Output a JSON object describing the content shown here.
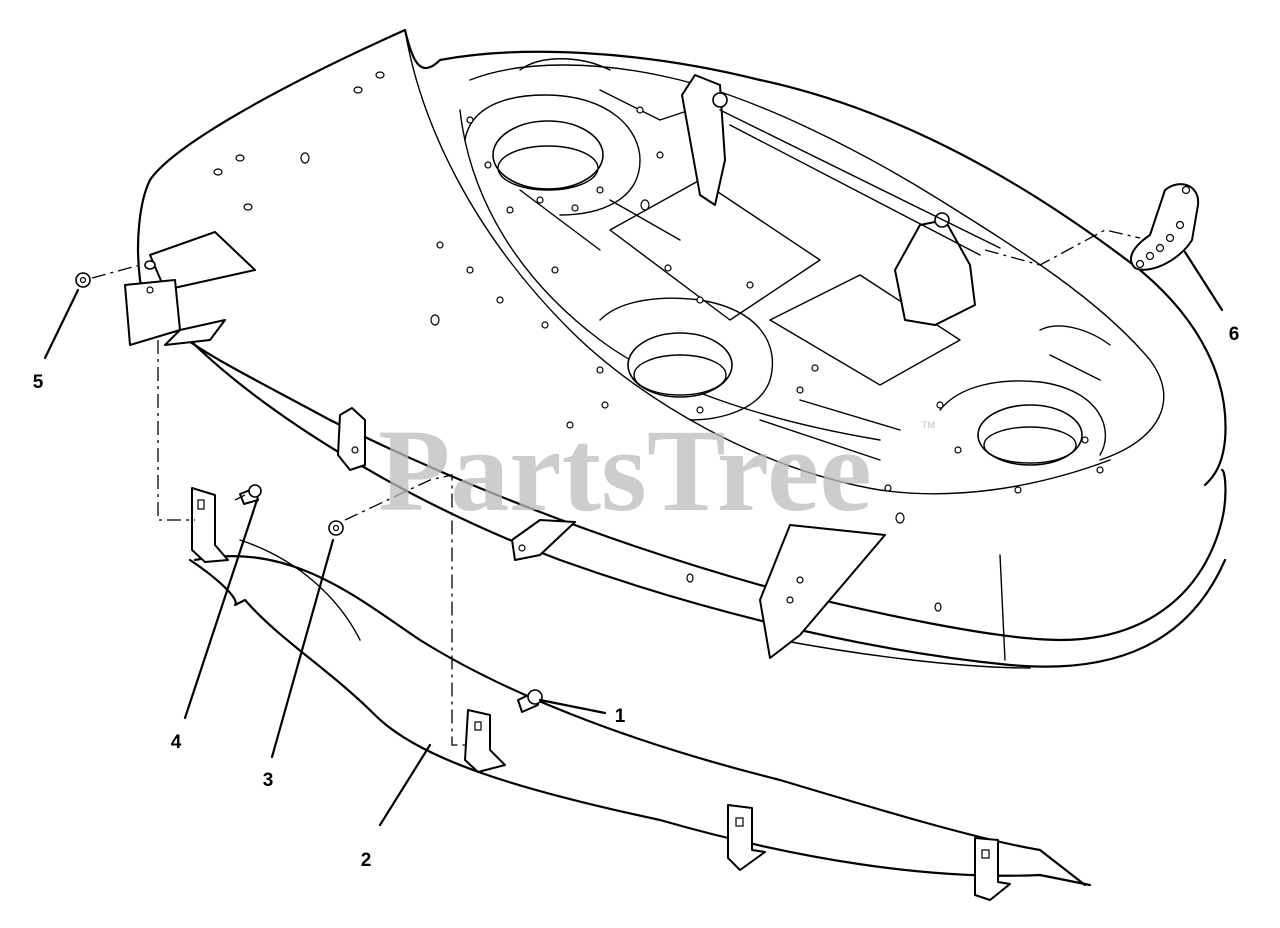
{
  "watermark": {
    "text": "PartsTree",
    "trademark": "TM"
  },
  "callouts": [
    {
      "id": "1",
      "label": "1"
    },
    {
      "id": "2",
      "label": "2"
    },
    {
      "id": "3",
      "label": "3"
    },
    {
      "id": "4",
      "label": "4"
    },
    {
      "id": "5",
      "label": "5"
    },
    {
      "id": "6",
      "label": "6"
    }
  ],
  "colors": {
    "line": "#000000",
    "background": "#ffffff",
    "watermark": "#bdbdbd"
  }
}
